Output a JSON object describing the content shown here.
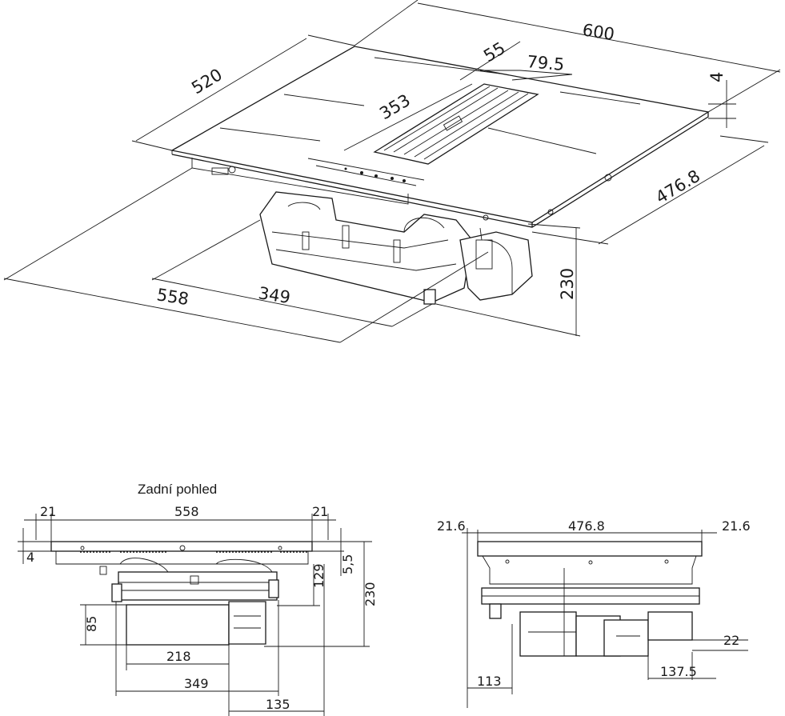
{
  "dimensions_iso": {
    "width": "600",
    "depth": "520",
    "thickness": "4",
    "vent_width": "55",
    "vent_offset": "79.5",
    "vent_depth": "353",
    "cutout_depth": "476.8",
    "cutout_width": "558",
    "box_width": "349",
    "height": "230"
  },
  "rear_view": {
    "caption": "Zadní pohled",
    "left_margin": "21",
    "width": "558",
    "right_margin": "21",
    "thickness": "4",
    "rim": "5,5",
    "depth_129": "129",
    "total_height": "230",
    "duct_height": "85",
    "duct_width": "218",
    "box_width": "349",
    "offset_135": "135"
  },
  "side_view": {
    "left_margin": "21.6",
    "width": "476.8",
    "right_margin": "21.6",
    "offset_22": "22",
    "offset_113": "113",
    "offset_137": "137.5"
  }
}
